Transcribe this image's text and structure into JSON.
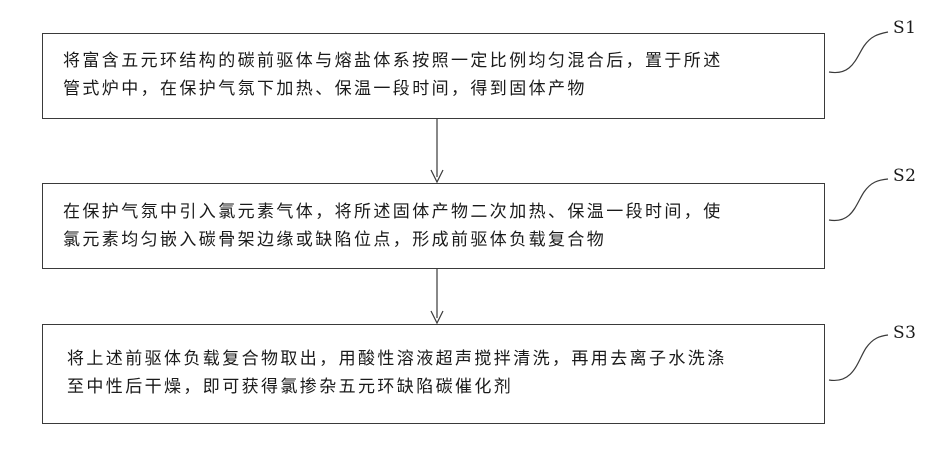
{
  "steps": [
    {
      "label": "S1",
      "text": "将富含五元环结构的碳前驱体与熔盐体系按照一定比例均匀混合后，置于所述\n管式炉中，在保护气氛下加热、保温一段时间，得到固体产物"
    },
    {
      "label": "S2",
      "text": "在保护气氛中引入氯元素气体，将所述固体产物二次加热、保温一段时间，使\n氯元素均匀嵌入碳骨架边缘或缺陷位点，形成前驱体负载复合物"
    },
    {
      "label": "S3",
      "text": "将上述前驱体负载复合物取出，用酸性溶液超声搅拌清洗，再用去离子水洗涤\n至中性后干燥，即可获得氯掺杂五元环缺陷碳催化剂"
    }
  ],
  "colors": {
    "stroke": "#3a3a3a",
    "text": "#1a1a1a"
  }
}
